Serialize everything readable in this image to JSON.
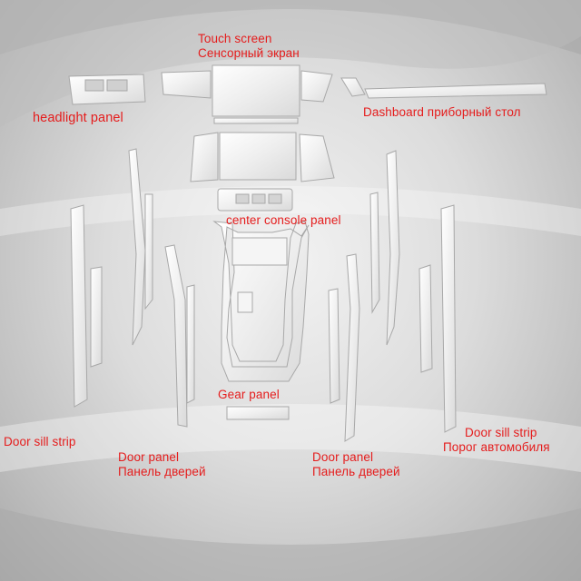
{
  "colors": {
    "label": "#e51c1c",
    "film": "#f4f4f4",
    "film_edge": "#a8a8a8",
    "background": "#d4d4d4"
  },
  "labels": {
    "touch_screen": [
      "Touch screen",
      "Сенсорный экран"
    ],
    "headlight_panel": [
      "headlight panel"
    ],
    "dashboard": [
      "Dashboard приборный стол"
    ],
    "center_console": [
      "center console panel"
    ],
    "gear_panel": [
      "Gear panel"
    ],
    "door_sill_left": [
      "Door sill strip"
    ],
    "door_panel_left": [
      "Door panel",
      "Панель дверей"
    ],
    "door_panel_right": [
      "Door panel",
      "Панель дверей"
    ],
    "door_sill_right": [
      "Door sill strip",
      "Порог автомобиля"
    ]
  }
}
